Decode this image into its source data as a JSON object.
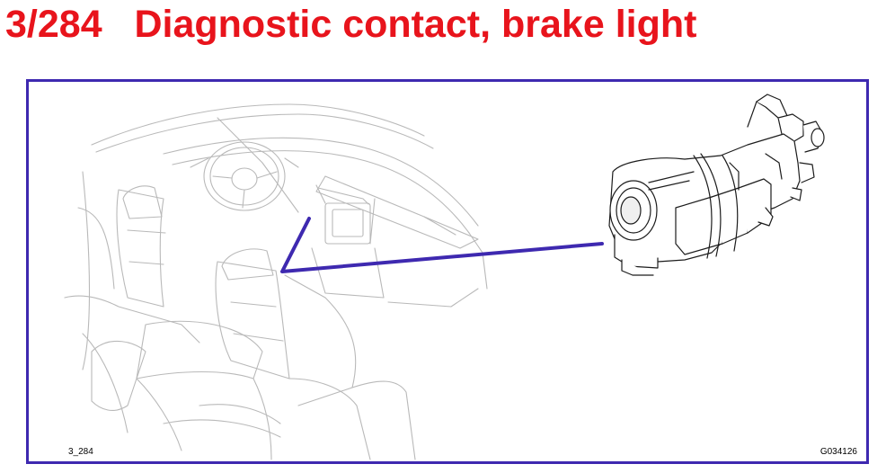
{
  "header": {
    "title": "3/284   Diagnostic contact, brake light"
  },
  "figure": {
    "ref_left": "3_284",
    "ref_right": "G034126",
    "title_color": "#e8141c",
    "frame_color": "#3e29b0",
    "leader_color": "#3e29b0"
  }
}
